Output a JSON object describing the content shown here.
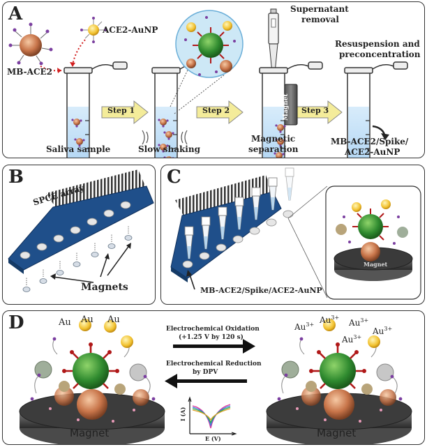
{
  "panelA": {
    "label": "A",
    "mb_ace2": "MB-ACE2",
    "ace2_aunp": "ACE2-AuNP",
    "supernatant_1": "Supernatant",
    "supernatant_2": "removal",
    "resuspension_1": "Resuspension and",
    "resuspension_2": "preconcentration",
    "step1": "Step 1",
    "step2": "Step 2",
    "step3": "Step 3",
    "magnet": "Magnet",
    "saliva": "Saliva sample",
    "shaking": "Slow shaking",
    "magsep_1": "Magnetic",
    "magsep_2": "separation",
    "complex_1": "MB-ACE2/Spike/",
    "complex_2": "ACE2-AuNP"
  },
  "panelB": {
    "label": "B",
    "spce": "SPCE array",
    "magnets": "Magnets"
  },
  "panelC": {
    "label": "C",
    "complex": "MB-ACE2/Spike/ACE2-AuNP",
    "magnet": "Magnet"
  },
  "panelD": {
    "label": "D",
    "au": "Au",
    "au3": "Au",
    "sup3": "3+",
    "oxidation_1": "Electrochemical Oxidation",
    "oxidation_2": "(+1.25 V by 120 s)",
    "reduction_1": "Electrochemical Reduction",
    "reduction_2": "by DPV",
    "ylabel": "I (A)",
    "xlabel": "E (V)",
    "magnet": "Magnet"
  },
  "colors": {
    "blue_board": "#1f4f8a",
    "virus_green": "#2f8a2f",
    "spike_red": "#b01818",
    "gold": "#f2c230",
    "bead_brown": "#c8754a",
    "step_arrow": "#f4ec9a"
  }
}
